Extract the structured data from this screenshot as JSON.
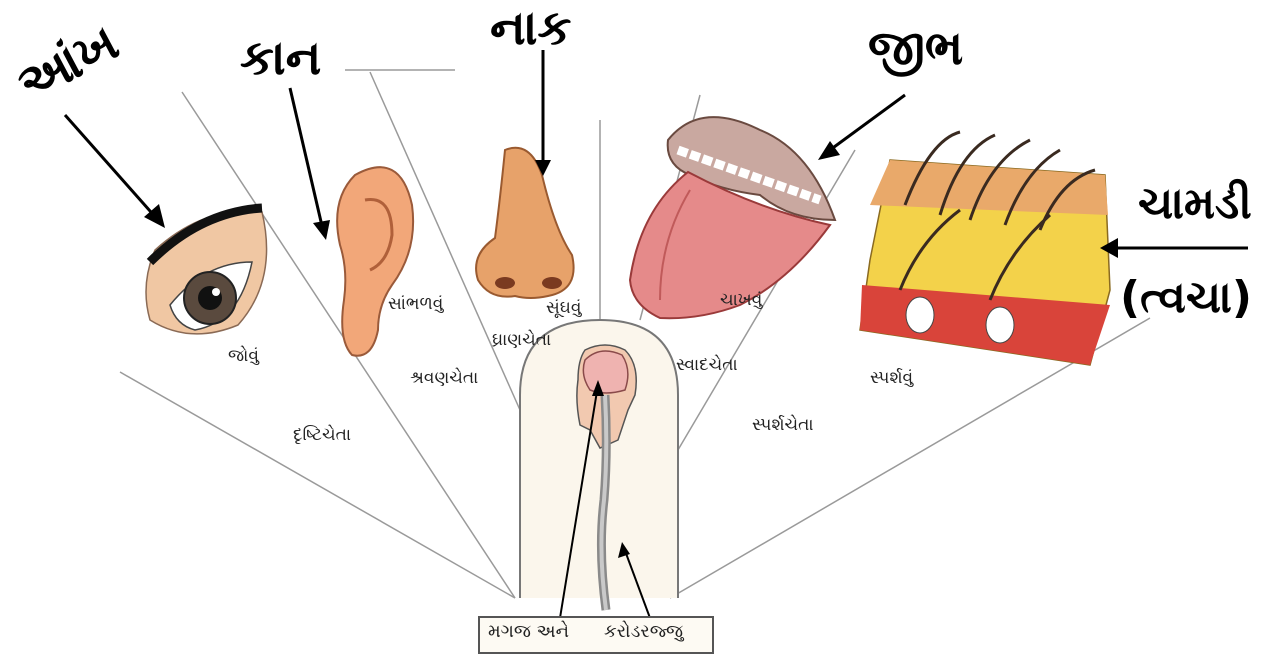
{
  "titles": {
    "eye": "આંખ",
    "ear": "કાન",
    "nose": "નાક",
    "tongue": "જીભ",
    "skin": "ચામડી",
    "skin_alt": "(ત્વચા)"
  },
  "actions": {
    "see": "જોવું",
    "hear": "સાંભળવું",
    "smell": "સૂંઘવું",
    "taste": "ચાખવું",
    "touch": "સ્પર્શવું"
  },
  "nerves": {
    "optic": "દૃષ્ટિચેતા",
    "auditory": "શ્રવણચેતા",
    "olfactory": "ઘ્રાણચેતા",
    "gustatory": "સ્વાદચેતા",
    "tactile": "સ્પર્શચેતા"
  },
  "base": {
    "brain": "મગજ અને",
    "spinal": "કરોડરજ્જુ"
  },
  "colors": {
    "skin_tone": "#e9a96a",
    "tongue": "#e58a8a",
    "fat_layer": "#f3d24a",
    "muscle": "#d9443a",
    "hair": "#3a2a20"
  }
}
